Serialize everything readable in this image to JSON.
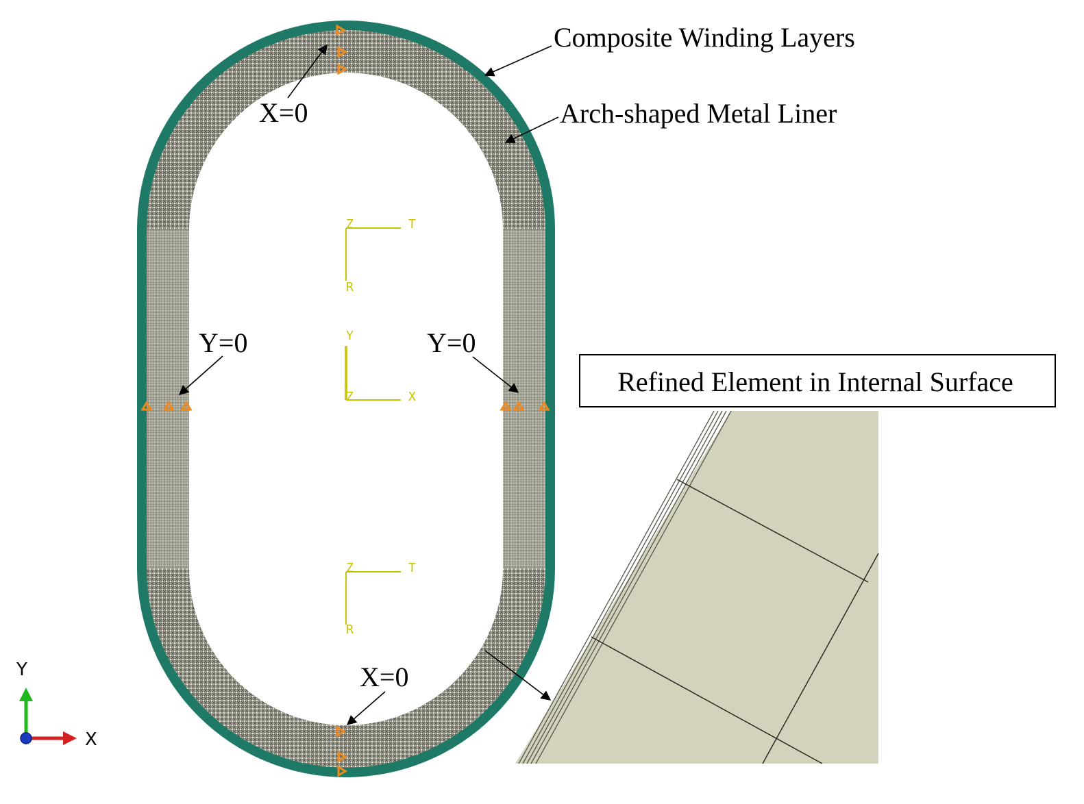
{
  "labels": {
    "composite_layers": "Composite Winding Layers",
    "metal_liner": "Arch-shaped Metal Liner",
    "refined_box": "Refined Element in Internal Surface",
    "x0_top": "X=0",
    "x0_bottom": "X=0",
    "y0_left": "Y=0",
    "y0_right": "Y=0"
  },
  "csys": {
    "top": {
      "z": "Z",
      "t": "T",
      "r": "R"
    },
    "middle": {
      "y": "Y",
      "z": "Z",
      "x": "X"
    },
    "bottom": {
      "z": "Z",
      "t": "T",
      "r": "R"
    }
  },
  "triad": {
    "y": "Y",
    "x": "X"
  },
  "colors": {
    "composite": "#1e7a66",
    "liner_mesh": "#9d9d90",
    "csys": "#c8c400",
    "bc_marker": "#f08a1e",
    "zoom_fill": "#d3d2bd",
    "triad_y": "#1fb81f",
    "triad_x": "#d42020",
    "triad_z": "#1a3cc0"
  }
}
